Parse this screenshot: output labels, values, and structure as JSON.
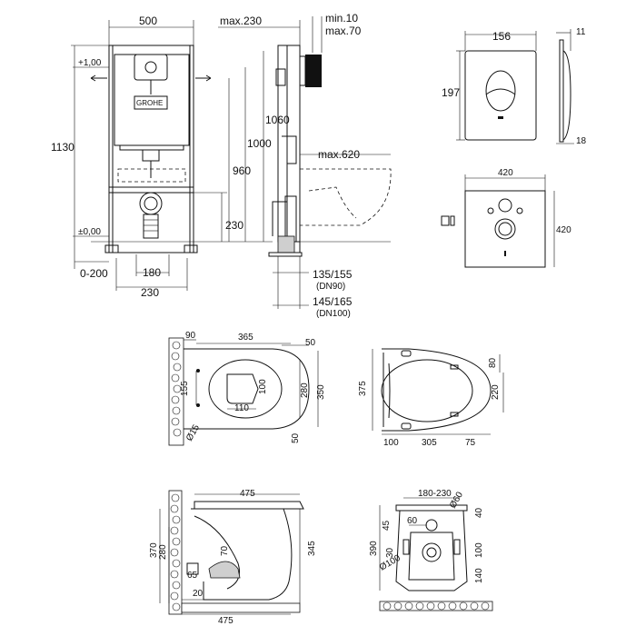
{
  "frame": {
    "w500": "500",
    "max230": "max.230",
    "min10": "min.10",
    "max70": "max.70",
    "plus100": "+1,00",
    "pm000": "±0,00",
    "h1130": "1130",
    "h1060": "1060",
    "h1000": "1000",
    "h960": "960",
    "h230": "230",
    "max620": "max.620",
    "r0200": "0-200",
    "w180": "180",
    "w230": "230",
    "d135": "135/155",
    "dn90": "(DN90)",
    "d145": "145/165",
    "dn100": "(DN100)",
    "logo": "GROHE"
  },
  "plate": {
    "w156": "156",
    "h197": "197",
    "t11": "11",
    "t18": "18"
  },
  "plate2": {
    "w420": "420",
    "h420": "420"
  },
  "top_view": {
    "d90": "90",
    "d365": "365",
    "d50a": "50",
    "d155": "155",
    "d110": "110",
    "d100": "100",
    "d280": "280",
    "d350": "350",
    "d50b": "50",
    "d15": "Ø15"
  },
  "front_top": {
    "d375": "375",
    "d80": "80",
    "d220": "220",
    "d100": "100",
    "d305": "305",
    "d75": "75"
  },
  "side_view": {
    "d475a": "475",
    "d370": "370",
    "d280": "280",
    "d70": "70",
    "d345": "345",
    "d65": "65",
    "d20": "20",
    "d475b": "475"
  },
  "rear_view": {
    "d180_230": "180-230",
    "d60a": "Ø60",
    "d40": "40",
    "d60b": "60",
    "d45": "45",
    "d390": "390",
    "d100": "100",
    "d140": "140",
    "d30": "30",
    "d100d": "Ø100"
  }
}
